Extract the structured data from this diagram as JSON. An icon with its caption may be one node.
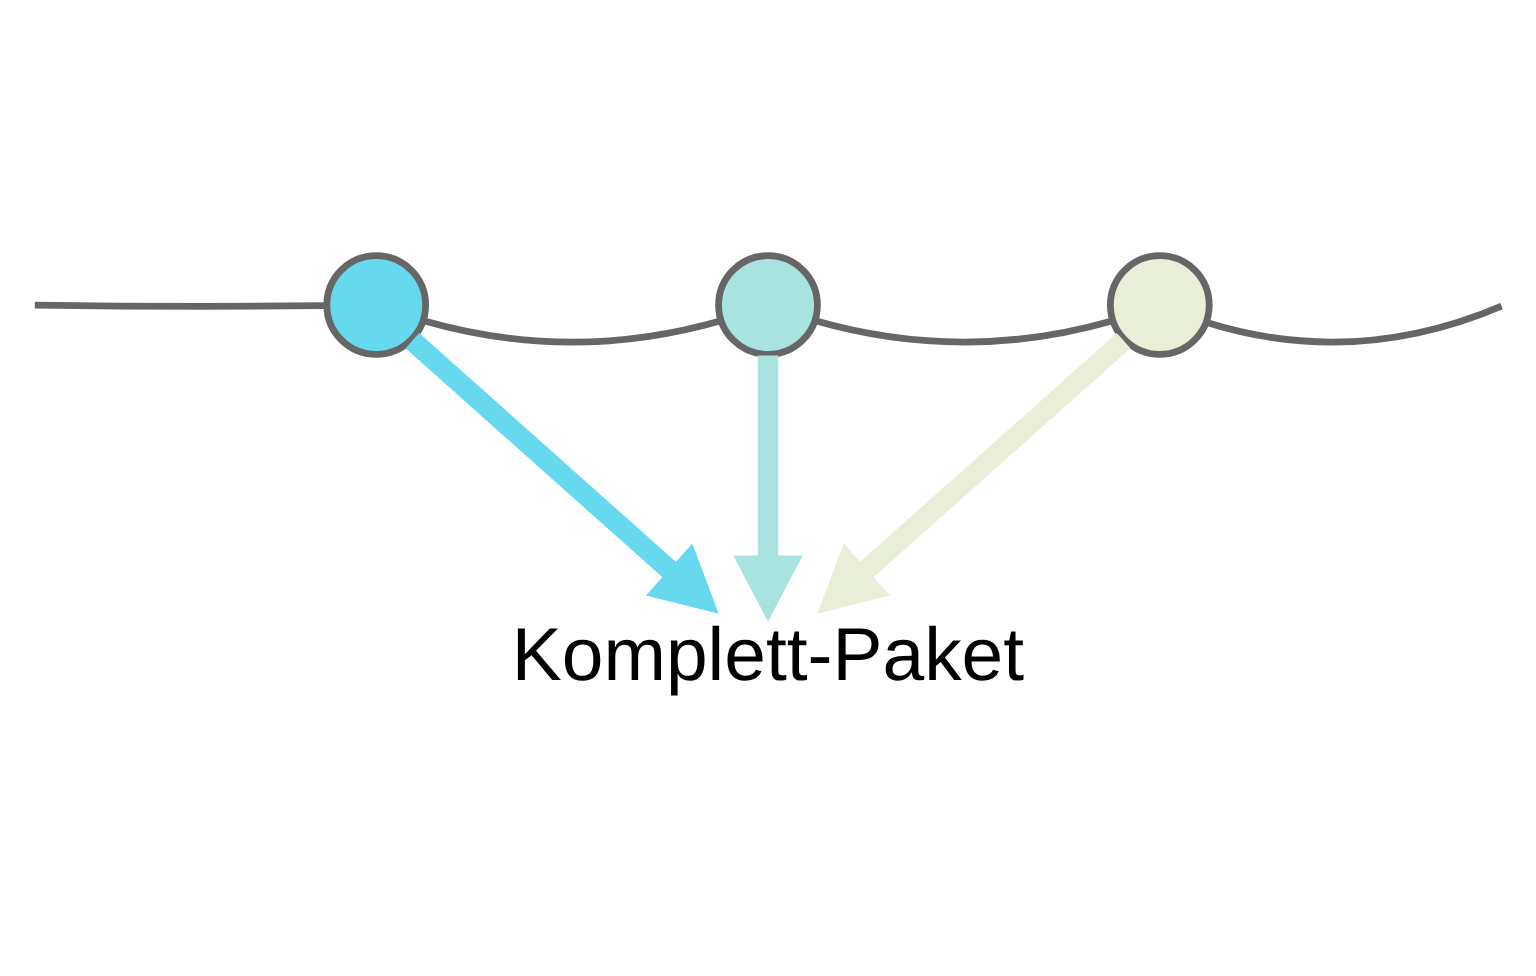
{
  "diagram": {
    "nodes": [
      {
        "text": [],
        "shape": "circle"
      },
      {
        "text": [],
        "shape": "circle"
      },
      {
        "text": [],
        "shape": "circle"
      },
      {
        "text": [
          "Komplett-Paket"
        ]
      }
    ],
    "edges": [
      {
        "from": null,
        "to": 0,
        "arrow": "none",
        "color": "#666666"
      },
      {
        "from": 0,
        "to": 1,
        "arrow": "none",
        "color": "#666666"
      },
      {
        "from": 1,
        "to": 2,
        "arrow": "none",
        "color": "#666666"
      },
      {
        "from": 2,
        "to": null,
        "arrow": "none",
        "color": "#666666"
      },
      {
        "from": 0,
        "to": 3,
        "arrow": "to",
        "style": "thick",
        "color": "#66d9ee"
      },
      {
        "from": 1,
        "to": 3,
        "arrow": "to",
        "style": "thick",
        "color": "#a8e3e0"
      },
      {
        "from": 2,
        "to": 3,
        "arrow": "to",
        "style": "thick",
        "color": "#e8eed8"
      }
    ]
  }
}
